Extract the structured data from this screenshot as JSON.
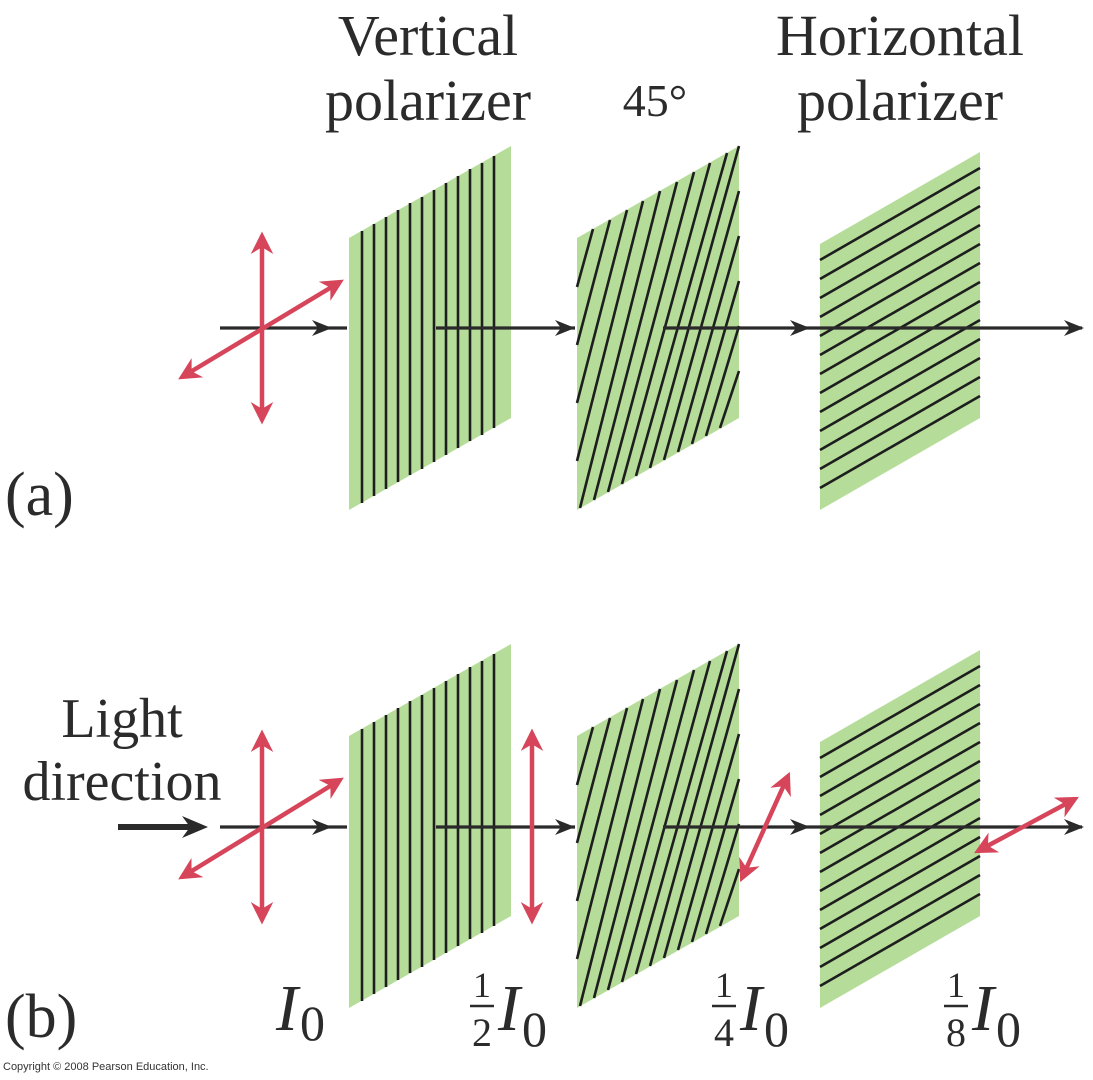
{
  "labels": {
    "vertical_line1": "Vertical",
    "vertical_line2": "polarizer",
    "angle": "45°",
    "horizontal_line1": "Horizontal",
    "horizontal_line2": "polarizer",
    "panel_a": "(a)",
    "panel_b": "(b)",
    "light_line1": "Light",
    "light_line2": "direction",
    "copyright": "Copyright © 2008 Pearson Education, Inc."
  },
  "intensities": {
    "i0": {
      "symbol": "I",
      "sub": "0"
    },
    "half": {
      "num": "1",
      "den": "2",
      "symbol": "I",
      "sub": "0"
    },
    "quarter": {
      "num": "1",
      "den": "4",
      "symbol": "I",
      "sub": "0"
    },
    "eighth": {
      "num": "1",
      "den": "8",
      "symbol": "I",
      "sub": "0"
    }
  },
  "colors": {
    "filter": "#b5dd99",
    "line": "#1e1e1e",
    "beam": "#2a2a2a",
    "arrow": "#d6455a",
    "text": "#2b2b2b"
  }
}
